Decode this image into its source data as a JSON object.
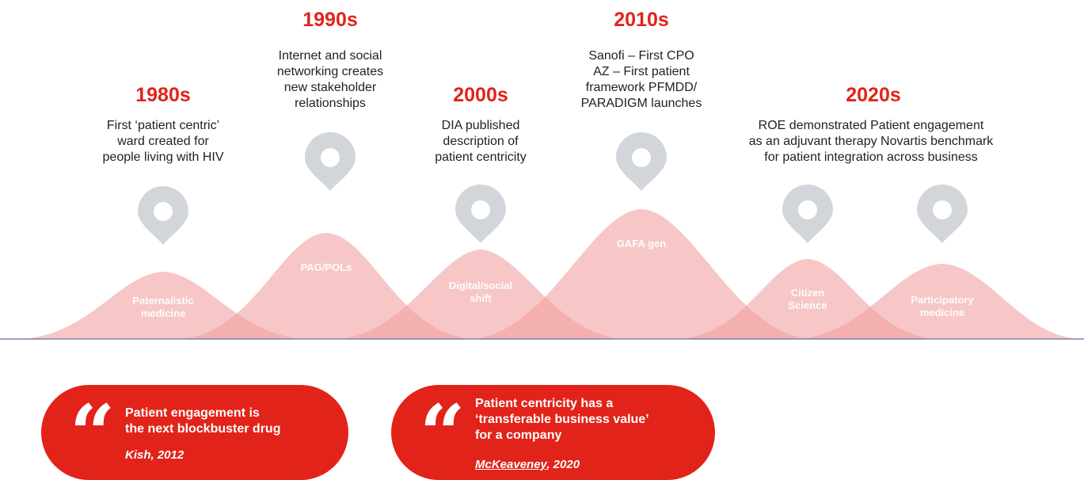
{
  "timeline": [
    {
      "decade": "1980s",
      "lines": [
        "First ‘patient centric’",
        "ward created for",
        "people living with HIV"
      ]
    },
    {
      "decade": "1990s",
      "lines": [
        "Internet and social",
        "networking creates",
        "new stakeholder",
        "relationships"
      ]
    },
    {
      "decade": "2000s",
      "lines": [
        "DIA published",
        "description of",
        "patient centricity"
      ]
    },
    {
      "decade": "2010s",
      "lines": [
        "Sanofi – First CPO",
        "AZ – First patient",
        "framework PFMDD/",
        "PARADIGM launches"
      ]
    },
    {
      "decade": "2020s",
      "lines": [
        "ROE demonstrated Patient engagement",
        "as an adjuvant therapy Novartis benchmark",
        "for patient integration across business"
      ]
    }
  ],
  "waves": [
    {
      "lines": [
        "Paternalistic",
        "medicine"
      ]
    },
    {
      "lines": [
        "PAG/POLs"
      ]
    },
    {
      "lines": [
        "Digital/social",
        "shift"
      ]
    },
    {
      "lines": [
        "GAFA gen"
      ]
    },
    {
      "lines": [
        "Citizen",
        "Science"
      ]
    },
    {
      "lines": [
        "Participatory",
        "medicine"
      ]
    }
  ],
  "quotes": [
    {
      "mark": "“",
      "lines": [
        "Patient engagement is",
        "the next blockbuster drug"
      ],
      "cite": "Kish, 2012"
    },
    {
      "mark": "“",
      "lines": [
        "Patient centricity has a",
        "‘transferable business value’",
        "for a company"
      ],
      "cite_name": "McKeaveney",
      "cite_rest": ", 2020"
    }
  ],
  "colors": {
    "accent": "#e2231a",
    "wave_fill": "#f1a0a0",
    "pin": "#d2d5da",
    "baseline": "#7a86b8"
  },
  "icons": {
    "pin": "map-pin-icon",
    "quote": "quote-mark-icon"
  }
}
